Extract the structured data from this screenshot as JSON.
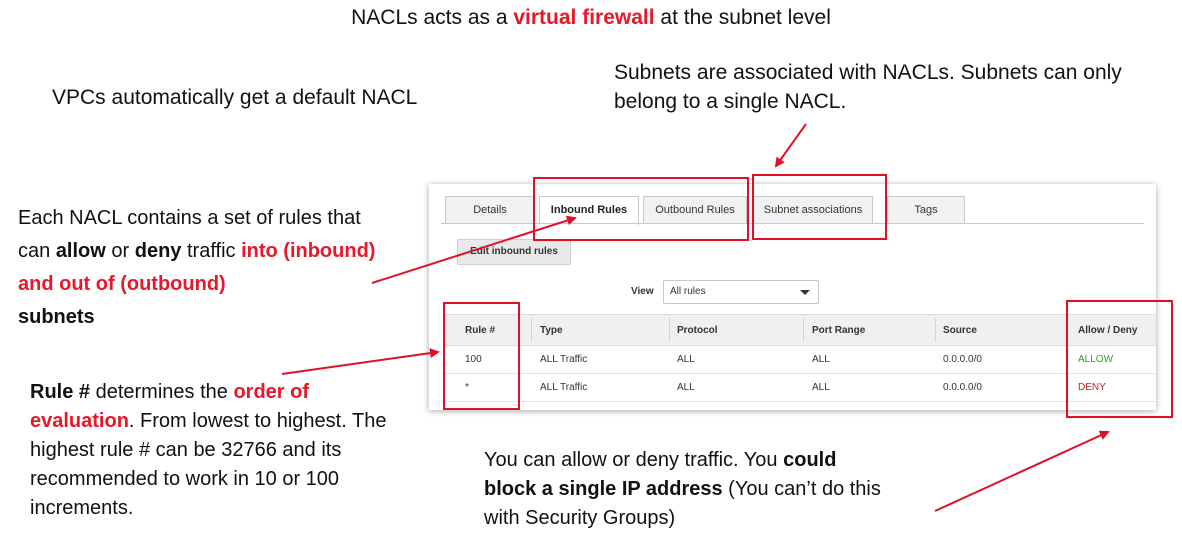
{
  "slide": {
    "title_before": "NACLs acts as a ",
    "title_highlight": "virtual firewall",
    "title_after": " at the subnet level",
    "vpc_note": "VPCs automatically get a default NACL",
    "subnet_note": "Subnets are associated with NACLs. Subnets can only belong to a single NACL.",
    "rules_note": {
      "part1": "Each NACL contains a set of rules that can ",
      "allow": "allow",
      "or": " or ",
      "deny": "deny",
      "traffic": " traffic ",
      "into": "into (inbound) and out of (outbound)",
      "subnets": "subnets"
    },
    "rule_num_note": {
      "label": "Rule #",
      "mid": " determines the ",
      "order": "order of evaluation",
      "rest": ". From lowest to highest. The highest rule # can be 32766 and its recommended to work in 10 or 100 increments."
    },
    "allow_note": {
      "part1": "You can allow or deny traffic. You ",
      "bold": "could block a single IP address",
      "part2": " (You can’t do this with Security Groups)"
    }
  },
  "console": {
    "tabs": [
      "Details",
      "Inbound Rules",
      "Outbound Rules",
      "Subnet associations",
      "Tags"
    ],
    "active_tab": "Inbound Rules",
    "edit_button": "Edit inbound rules",
    "view_label": "View",
    "view_select": "All rules",
    "columns": [
      "Rule #",
      "Type",
      "Protocol",
      "Port Range",
      "Source",
      "Allow / Deny"
    ],
    "rows": [
      [
        "100",
        "ALL Traffic",
        "ALL",
        "ALL",
        "0.0.0.0/0",
        "ALLOW"
      ],
      [
        "*",
        "ALL Traffic",
        "ALL",
        "ALL",
        "0.0.0.0/0",
        "DENY"
      ]
    ]
  },
  "colors": {
    "accent_red": "#e8172a",
    "allow_green": "#2e9e2e",
    "deny_red": "#c4202f"
  }
}
